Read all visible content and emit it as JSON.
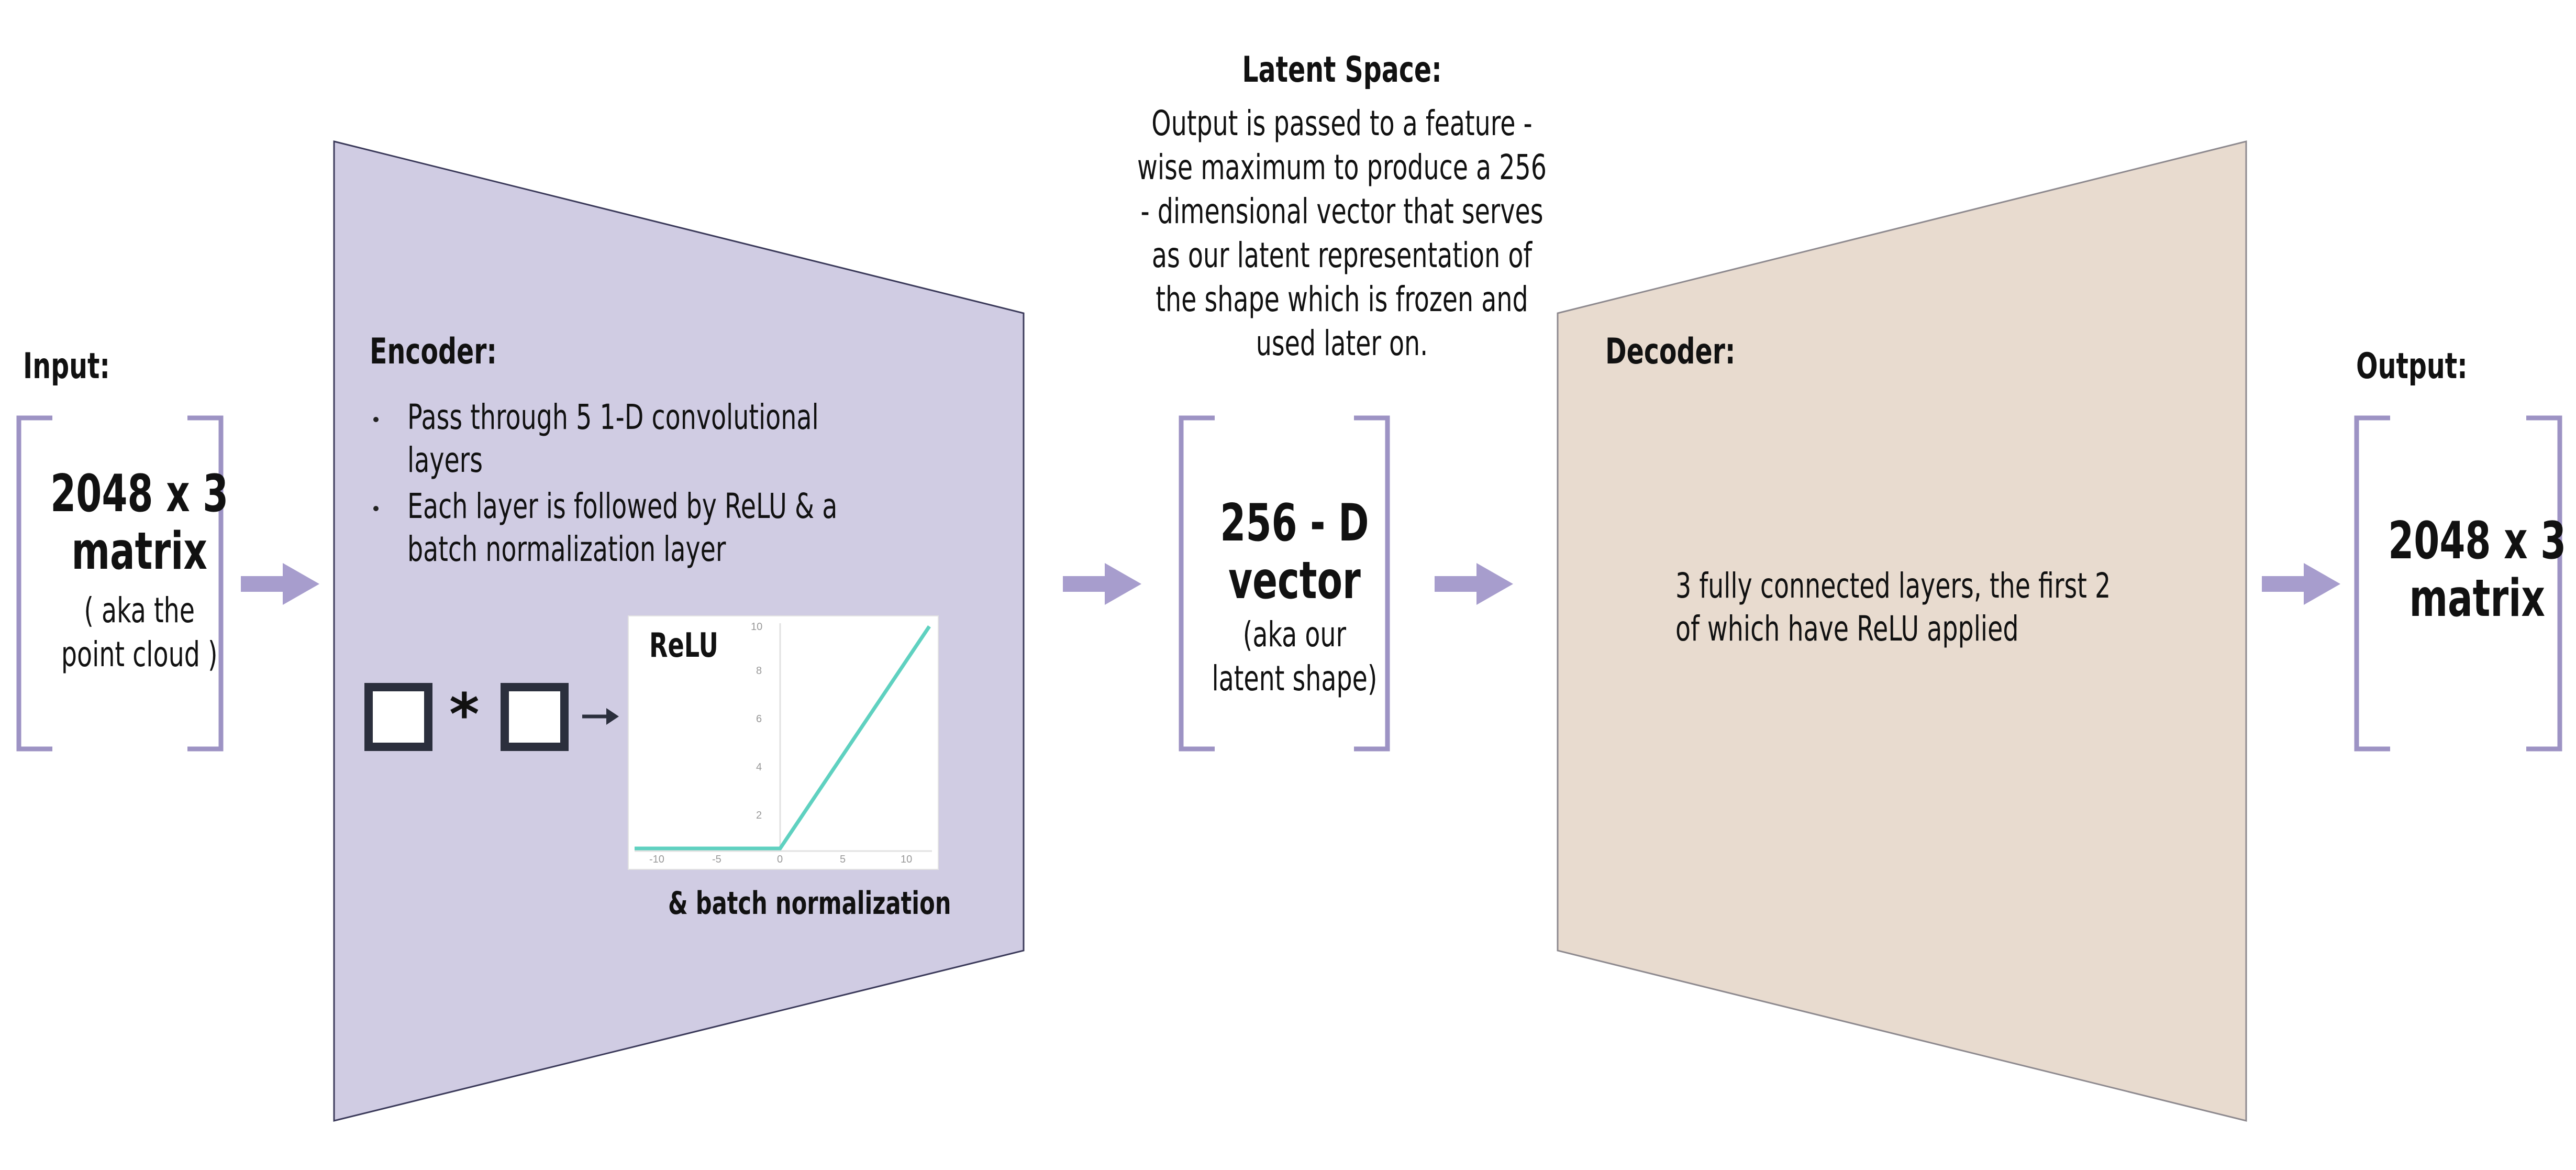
{
  "input": {
    "heading": "Input:",
    "main_line1": "2048 x 3",
    "main_line2": "matrix",
    "sub_line1": "( aka the",
    "sub_line2": "point cloud )"
  },
  "encoder": {
    "heading": "Encoder:",
    "bullets": [
      {
        "line1": "Pass through 5 1-D convolutional",
        "line2": "layers"
      },
      {
        "line1": "Each layer is followed by ReLU & a",
        "line2": "batch normalization layer"
      }
    ],
    "conv_symbol": "*",
    "relu_plot": {
      "title": "ReLU",
      "x_ticks": [
        "-10",
        "-5",
        "0",
        "5",
        "10"
      ],
      "y_ticks": [
        "2",
        "4",
        "6",
        "8",
        "10"
      ]
    },
    "caption": "& batch normalization"
  },
  "latent": {
    "heading": "Latent Space:",
    "description_lines": [
      "Output is passed to a feature -",
      "wise maximum to produce a 256",
      "- dimensional vector that serves",
      "as our latent representation of",
      "the shape which is frozen and",
      "used later on."
    ],
    "main_line1": "256 - D",
    "main_line2": "vector",
    "sub_line1": "(aka our",
    "sub_line2": "latent shape)"
  },
  "decoder": {
    "heading": "Decoder:",
    "desc_line1": "3 fully connected layers, the first 2",
    "desc_line2": "of which have ReLU applied"
  },
  "output": {
    "heading": "Output:",
    "main_line1": "2048 x 3",
    "main_line2": "matrix"
  },
  "colors": {
    "encoder_fill": "#d0cce3",
    "decoder_fill": "#e8dbcf",
    "bracket": "#9d93c4",
    "arrow": "#a79dcd",
    "relu_line": "#5fd1c0"
  }
}
